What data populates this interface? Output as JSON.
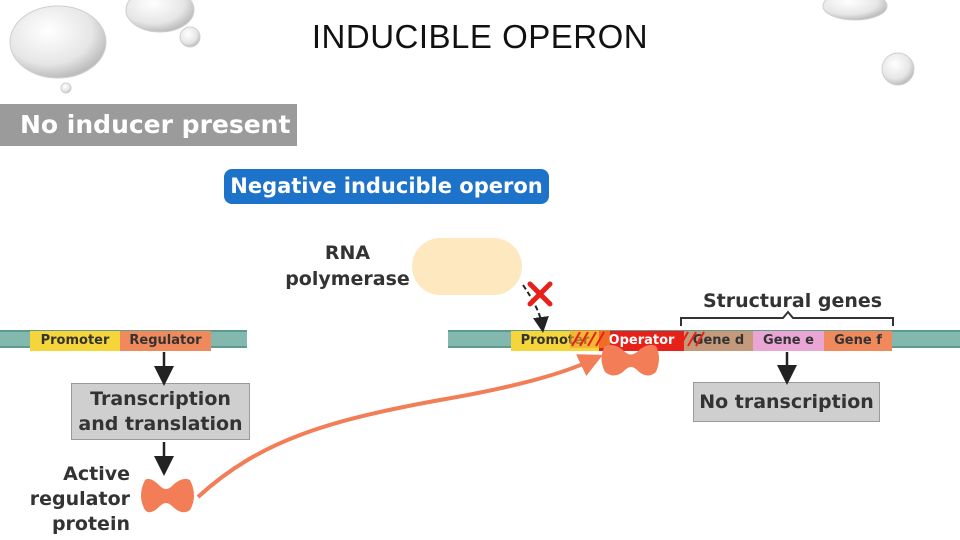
{
  "title": "INDUCIBLE OPERON",
  "header": {
    "no_inducer": "No inducer present"
  },
  "operon_type": "Negative inducible operon",
  "labels": {
    "rna_polymerase_line1": "RNA",
    "rna_polymerase_line2": "polymerase",
    "structural_genes": "Structural genes",
    "active_line1": "Active",
    "active_line2": "regulator",
    "active_line3": "protein"
  },
  "left_dna": {
    "promoter": "Promoter",
    "regulator": "Regulator"
  },
  "right_dna": {
    "promoter": "Promoter",
    "operator": "Operator",
    "gene_d": "Gene d",
    "gene_e": "Gene e",
    "gene_f": "Gene f"
  },
  "boxes": {
    "transcription_line1": "Transcription",
    "transcription_line2": "and translation",
    "no_transcription": "No transcription"
  },
  "colors": {
    "promoter": "#f5d53a",
    "regulator": "#f08a5d",
    "operator": "#e8201a",
    "gene_d": "#c49a7a",
    "gene_e": "#e9a6d4",
    "gene_f": "#f08a5d",
    "protein": "#f27d57",
    "arrow": "#f27d57",
    "block_x": "#e8201a"
  }
}
